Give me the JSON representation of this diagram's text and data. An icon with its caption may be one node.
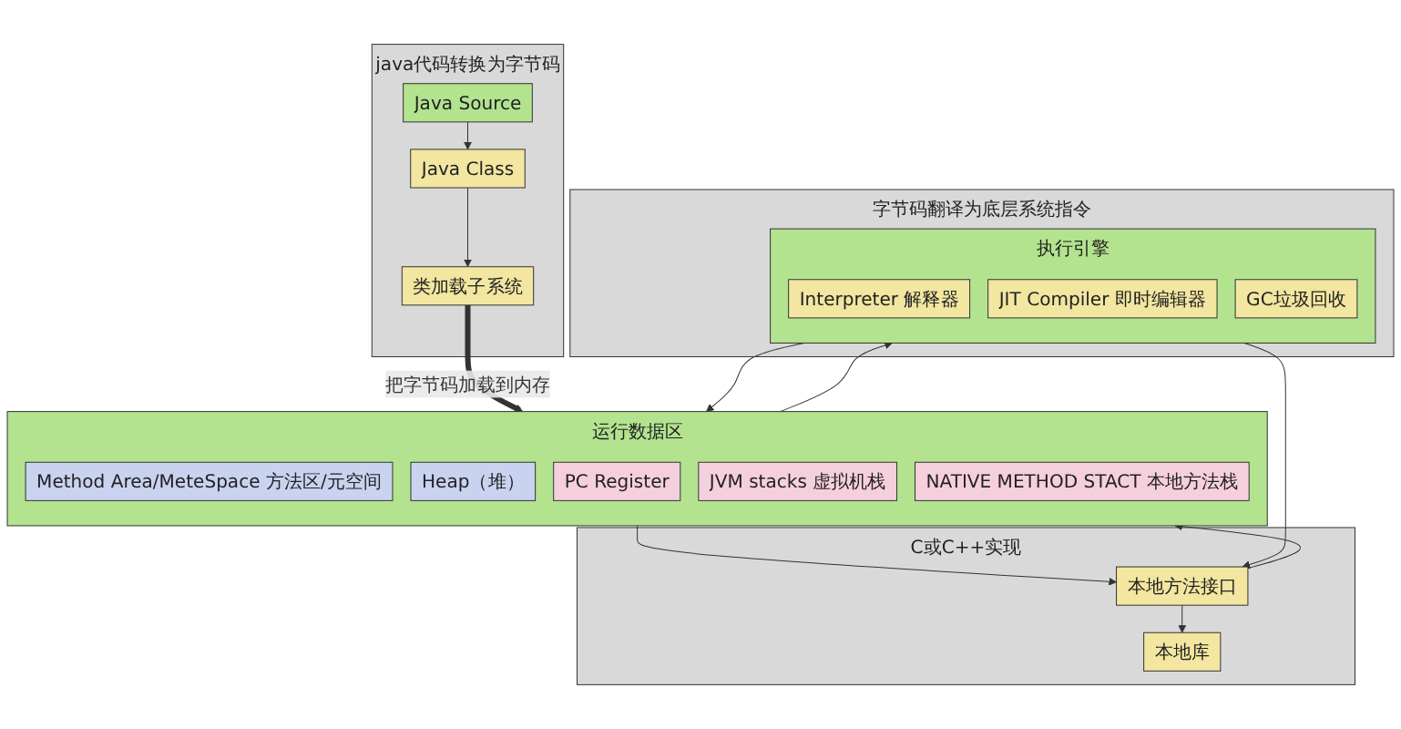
{
  "diagram": {
    "nodes": [
      {
        "text": [
          "java代码转换为字节码"
        ]
      },
      {
        "text": [
          "Java Source"
        ],
        "in": 0
      },
      {
        "text": [
          "Java Class"
        ],
        "in": 0
      },
      {
        "text": [
          "类加载子系统"
        ],
        "in": 0
      },
      {
        "text": [
          "运行数据区"
        ]
      },
      {
        "text": [
          "Method Area/MeteSpace 方法区/元空间"
        ],
        "in": 4
      },
      {
        "text": [
          "Heap（堆）"
        ],
        "in": 4
      },
      {
        "text": [
          "PC Register"
        ],
        "in": 4
      },
      {
        "text": [
          "JVM stacks 虚拟机栈"
        ],
        "in": 4
      },
      {
        "text": [
          "NATIVE METHOD STACT 本地方法栈"
        ],
        "in": 4
      },
      {
        "text": [
          "字节码翻译为底层系统指令"
        ]
      },
      {
        "text": [
          "执行引擎"
        ],
        "in": 10
      },
      {
        "text": [
          "Interpreter 解释器"
        ],
        "in": 11
      },
      {
        "text": [
          "JIT Compiler 即时编辑器"
        ],
        "in": 11
      },
      {
        "text": [
          "GC垃圾回收"
        ],
        "in": 11
      },
      {
        "text": [
          "C或C++实现"
        ]
      },
      {
        "text": [
          "本地方法接口"
        ],
        "in": 15
      },
      {
        "text": [
          "本地库"
        ],
        "in": 15
      }
    ],
    "edges": [
      {
        "from": 1,
        "to": 2,
        "arrow": "to"
      },
      {
        "from": 2,
        "to": 3,
        "arrow": "to"
      },
      {
        "from": 3,
        "to": 4,
        "arrow": "to",
        "label": "把字节码加载到内存",
        "style": "thick"
      },
      {
        "from": 4,
        "to": 11,
        "arrow": "to"
      },
      {
        "from": 11,
        "to": 4,
        "arrow": "to"
      },
      {
        "from": 4,
        "to": 16,
        "arrow": "to"
      },
      {
        "from": 16,
        "to": 4,
        "arrow": "to"
      },
      {
        "from": 11,
        "to": 16,
        "arrow": "to"
      },
      {
        "from": 16,
        "to": 17,
        "arrow": "to"
      }
    ]
  }
}
